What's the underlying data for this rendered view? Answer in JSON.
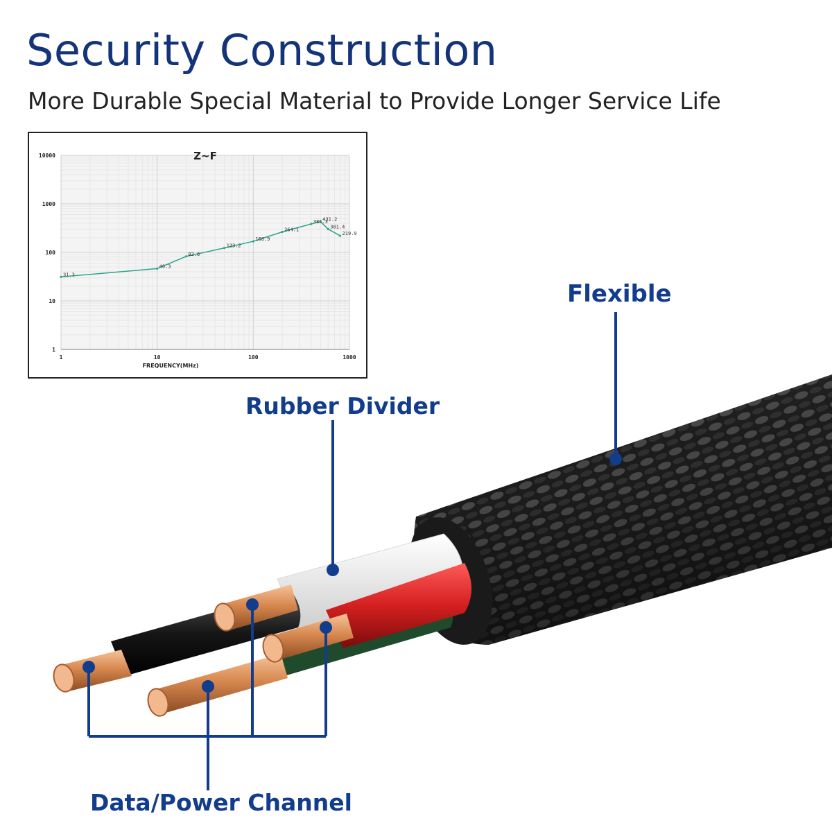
{
  "header": {
    "title": "Security Construction",
    "subtitle": "More Durable Special Material to Provide Longer Service Life"
  },
  "chart_data": {
    "type": "line",
    "title": "Z~F",
    "xlabel": "FREQUENCY(MHz)",
    "ylabel": "",
    "x_scale": "log",
    "y_scale": "log",
    "xlim": [
      1,
      1000
    ],
    "ylim": [
      1,
      10000
    ],
    "x_ticks": [
      "1",
      "10",
      "100",
      "1000"
    ],
    "y_ticks": [
      "10000",
      "1000",
      "100",
      "10",
      "1"
    ],
    "grid": true,
    "series": [
      {
        "color": "#2aa58a",
        "points": [
          {
            "x": 1,
            "y": 31.3,
            "label": "31.3"
          },
          {
            "x": 10,
            "y": 46.3,
            "label": "46.3"
          },
          {
            "x": 20,
            "y": 82.6,
            "label": "82.6"
          },
          {
            "x": 50,
            "y": 123.2,
            "label": "123.2"
          },
          {
            "x": 100,
            "y": 168.9,
            "label": "168.9"
          },
          {
            "x": 200,
            "y": 264.1,
            "label": "264.1"
          },
          {
            "x": 400,
            "y": 385.3,
            "label": "385.3"
          },
          {
            "x": 500,
            "y": 431.2,
            "label": "431.2"
          },
          {
            "x": 600,
            "y": 301.4,
            "label": "301.4"
          },
          {
            "x": 800,
            "y": 219.9,
            "label": "219.9"
          }
        ]
      }
    ]
  },
  "labels": {
    "flexible": "Flexible",
    "rubber_divider": "Rubber Divider",
    "data_power_channel": "Data/Power Channel"
  },
  "colors": {
    "accent": "#14347a",
    "label_blue": "#123c8c",
    "braid": "#2a2a2a",
    "copper": "#d7884f",
    "wire_red": "#d41f1f",
    "wire_green": "#1f4a2c",
    "wire_black": "#161616",
    "wire_white": "#f4f4f4"
  }
}
